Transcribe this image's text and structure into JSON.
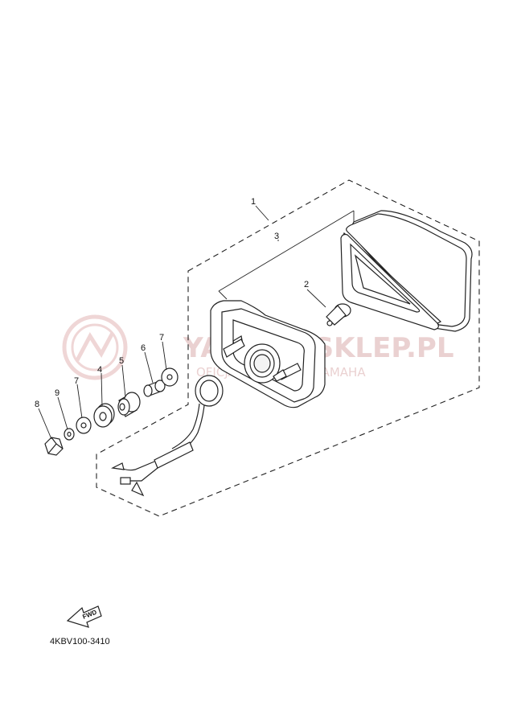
{
  "diagram": {
    "part_code": "4KBV100-3410",
    "fwd_label": "FWD",
    "watermark": {
      "brand": "YAMAHASKLEP.PL",
      "subtitle": "OFICJALNY DEALER YAMAHA"
    },
    "callouts": {
      "c1": "1",
      "c2": "2",
      "c3": "3",
      "c4": "4",
      "c5": "5",
      "c6": "6",
      "c7a": "7",
      "c7b": "7",
      "c8": "8",
      "c9": "9"
    }
  }
}
